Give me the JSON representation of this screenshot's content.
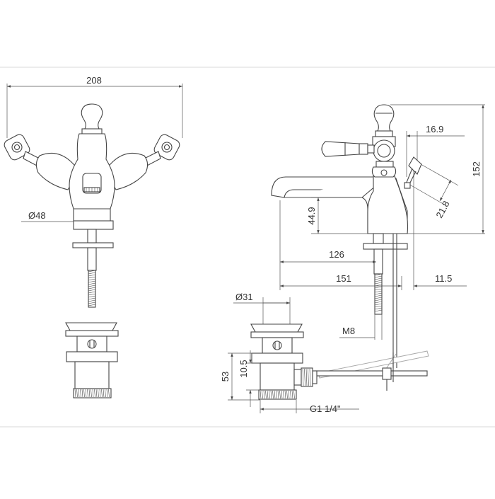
{
  "dimensions": {
    "front_width": "208",
    "front_dia": "Ø48",
    "side_height": "152",
    "lever_offset": "16.9",
    "lever_length": "21.8",
    "spout_height": "44.9",
    "spout_reach": "126",
    "total_reach": "151",
    "rear_offset": "11.5",
    "rod_thread": "M8",
    "waste_dia": "Ø31",
    "waste_height": "53",
    "waste_sub_height": "10.5",
    "waste_thread": "G1 1/4\""
  }
}
